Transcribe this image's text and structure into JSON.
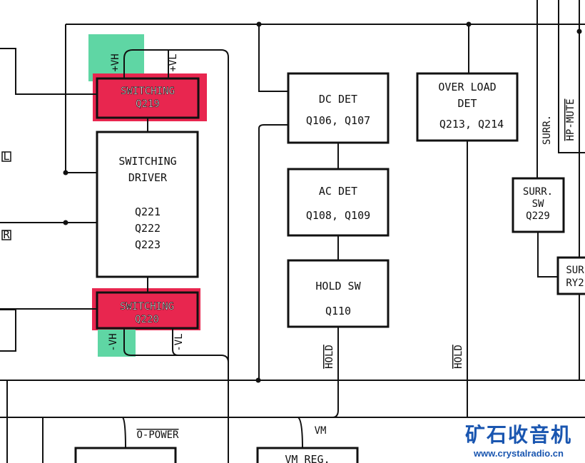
{
  "blocks": {
    "q219": {
      "title": "SWITCHING",
      "part": "Q219"
    },
    "driver": {
      "title1": "SWITCHING",
      "title2": "DRIVER",
      "parts": [
        "Q221",
        "Q222",
        "Q223"
      ]
    },
    "q220": {
      "title": "SWITCHING",
      "part": "Q220"
    },
    "dc_det": {
      "title": "DC DET",
      "parts": "Q106, Q107"
    },
    "ac_det": {
      "title": "AC DET",
      "parts": "Q108, Q109"
    },
    "hold_sw": {
      "title": "HOLD SW",
      "parts": "Q110"
    },
    "over_load": {
      "title1": "OVER LOAD",
      "title2": "DET",
      "parts": "Q213, Q214"
    },
    "surr_sw": {
      "title1": "SURR.",
      "title2": "SW",
      "part": "Q229"
    },
    "surr_ry": {
      "line1": "SUR",
      "line2": "RY2"
    },
    "vm_reg": {
      "title": "VM REG."
    }
  },
  "signals": {
    "plus_vh": "+VH",
    "plus_vl": "+VL",
    "minus_vh": "-VH",
    "minus_vl": "-VL",
    "l": "L",
    "r": "R",
    "hold1": "HOLD",
    "hold2": "HOLD",
    "surr": "SURR.",
    "hp_mute": "HP-MUTE",
    "o_power": "O-POWER",
    "vm": "VM"
  },
  "watermark": {
    "cn": "矿石收音机",
    "url": "www.crystalradio.cn"
  },
  "colors": {
    "highlight_red": "#e8264f",
    "highlight_green": "#5fd6a4",
    "watermark": "#1a56b0"
  }
}
